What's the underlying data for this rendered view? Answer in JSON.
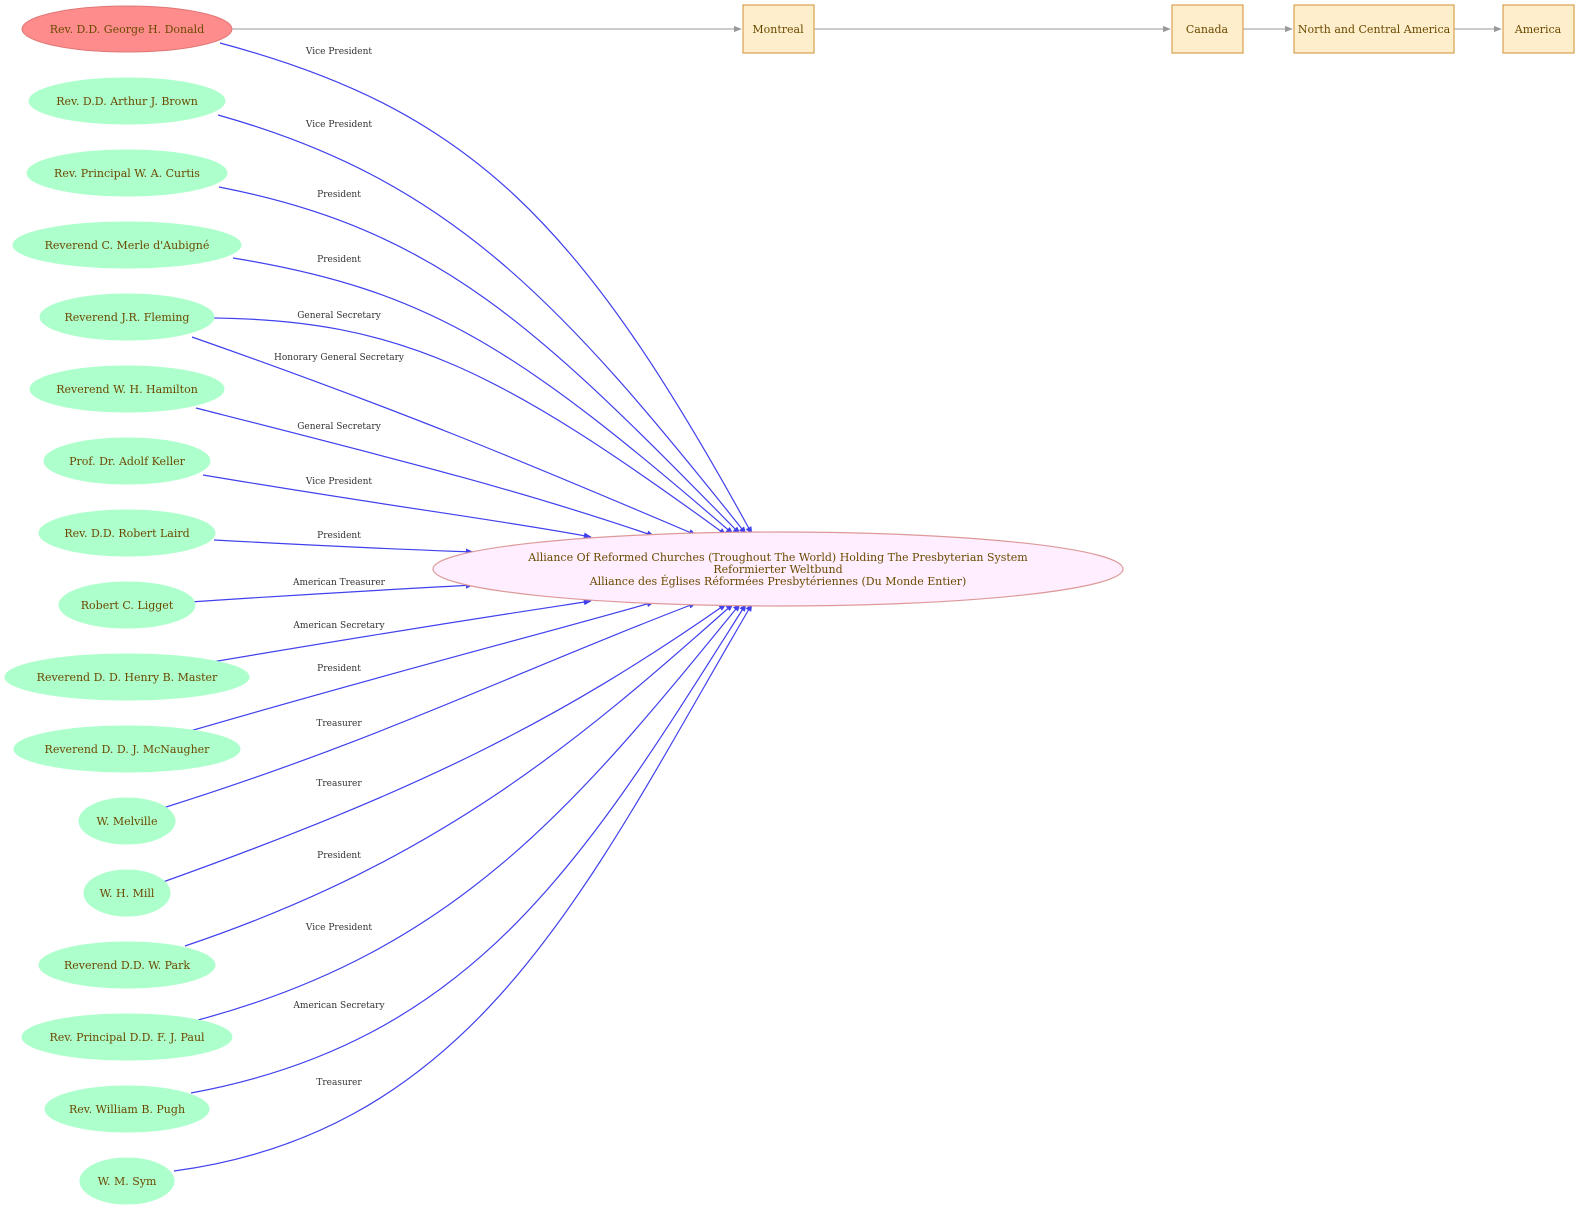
{
  "colors": {
    "person_fill": "#adffcc",
    "highlight_fill": "#ff8c8c",
    "org_fill": "#ffeeff",
    "org_stroke": "#dd9999",
    "place_fill": "#ffeecc",
    "place_stroke": "#d9a050",
    "role_edge": "#4040ee",
    "place_edge": "#999999",
    "text": "#6b4a00"
  },
  "organization": {
    "lines": [
      "Alliance Of Reformed Churches (Troughout The World) Holding The Presbyterian System",
      "Reformierter Weltbund",
      "Alliance des Églises Réformées Presbytériennes (Du Monde Entier)"
    ]
  },
  "people": [
    {
      "name": "Rev. D.D. George H. Donald",
      "role": "Vice President",
      "highlight": true
    },
    {
      "name": "Rev. D.D. Arthur J. Brown",
      "role": "Vice President"
    },
    {
      "name": "Rev. Principal W. A. Curtis",
      "role": "President"
    },
    {
      "name": "Reverend C. Merle d'Aubigné",
      "role": "President"
    },
    {
      "name": "Reverend J.R. Fleming",
      "role": "General Secretary"
    },
    {
      "name": "Reverend W. H. Hamilton",
      "role": "Honorary General Secretary"
    },
    {
      "name": "Prof. Dr. Adolf Keller",
      "role": "General Secretary"
    },
    {
      "name": "Rev. D.D. Robert Laird",
      "role": "Vice President"
    },
    {
      "name": "Robert C. Ligget",
      "role": "President"
    },
    {
      "name": "Reverend D. D. Henry B. Master",
      "role": "American Treasurer"
    },
    {
      "name": "Reverend D. D. J. McNaugher",
      "role": "American Secretary"
    },
    {
      "name": "W. Melville",
      "role": "President"
    },
    {
      "name": "W. H. Mill",
      "role": "Treasurer"
    },
    {
      "name": "Reverend D.D. W. Park",
      "role": "Treasurer"
    },
    {
      "name": "Rev. Principal D.D. F. J. Paul",
      "role": "President"
    },
    {
      "name": "Rev. William B. Pugh",
      "role": "Vice President"
    },
    {
      "name": "W. M. Sym",
      "role": "American Secretary"
    }
  ],
  "extra_edge_label": "Treasurer",
  "places": [
    "Montreal",
    "Canada",
    "North and Central America",
    "America"
  ]
}
